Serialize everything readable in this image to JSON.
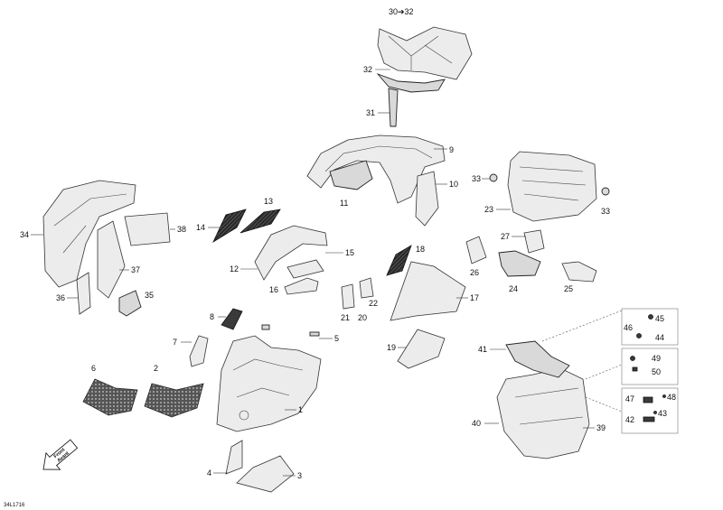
{
  "diagram": {
    "labels": {
      "l1": "1",
      "l2": "2",
      "l3": "3",
      "l4": "4",
      "l5": "5",
      "l6": "6",
      "l7": "7",
      "l8": "8",
      "l9": "9",
      "l10": "10",
      "l11": "11",
      "l12": "12",
      "l13": "13",
      "l14": "14",
      "l15": "15",
      "l16": "16",
      "l17": "17",
      "l18": "18",
      "l19": "19",
      "l20": "20",
      "l21": "21",
      "l22": "22",
      "l23": "23",
      "l24": "24",
      "l25": "25",
      "l26": "26",
      "l27": "27",
      "l30": "30➔32",
      "l31": "31",
      "l32": "32",
      "l33a": "33",
      "l33b": "33",
      "l34": "34",
      "l35": "35",
      "l36": "36",
      "l37": "37",
      "l38": "38",
      "l39": "39",
      "l40": "40",
      "l41": "41",
      "l42": "42",
      "l43": "43",
      "l44": "44",
      "l45": "45",
      "l46": "46",
      "l47": "47",
      "l48": "48",
      "l49": "49",
      "l50": "50"
    },
    "front_arrow": {
      "line1": "Front",
      "line2": "Avant"
    },
    "drawing_id": "34L1716"
  }
}
